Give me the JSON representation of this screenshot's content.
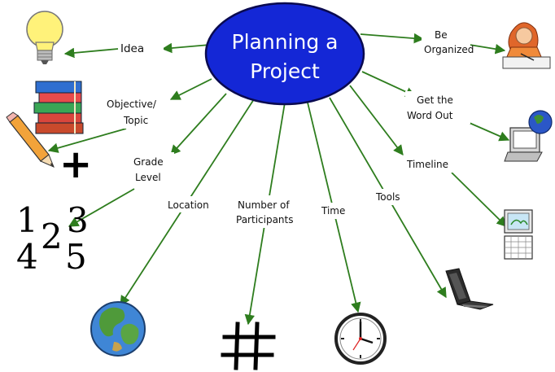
{
  "center": {
    "line1": "Planning a",
    "line2": "Project"
  },
  "branches": {
    "idea": "Idea",
    "be_organized": [
      "Be",
      "Organized"
    ],
    "objective": [
      "Objective/",
      "Topic"
    ],
    "word_out": [
      "Get the",
      "Word Out"
    ],
    "grade_level": [
      "Grade",
      "Level"
    ],
    "timeline": "Timeline",
    "location": "Location",
    "participants": [
      "Number of",
      "Participants"
    ],
    "time": "Time",
    "tools": "Tools"
  },
  "numbers": {
    "n1": "1",
    "n2": "2",
    "n3": "3",
    "n4": "4",
    "n5": "5"
  },
  "symbols": {
    "plus": "+",
    "hash": "#"
  },
  "colors": {
    "ellipse": "#1427d6",
    "arrow": "#2e7d1e"
  }
}
